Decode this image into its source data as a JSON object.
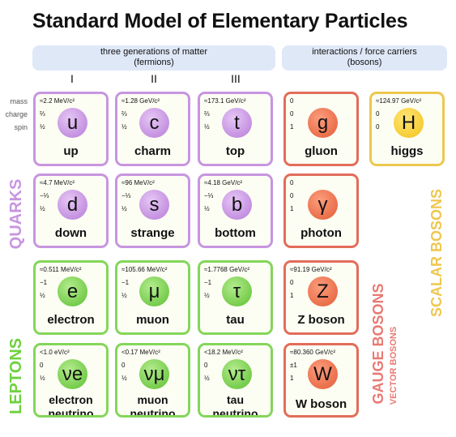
{
  "title": "Standard Model of Elementary Particles",
  "matter": {
    "line1": "three generations of matter",
    "line2": "(fermions)"
  },
  "forces": {
    "line1": "interactions / force carriers",
    "line2": "(bosons)"
  },
  "generations": [
    "I",
    "II",
    "III"
  ],
  "row_labels": {
    "mass": "mass",
    "charge": "charge",
    "spin": "spin"
  },
  "side_labels": {
    "quarks": "QUARKS",
    "leptons": "LEPTONS",
    "gauge": "GAUGE BOSONS",
    "vector": "VECTOR BOSONS",
    "scalar": "SCALAR BOSONS"
  },
  "particles": [
    {
      "symbol": "u",
      "name": "up",
      "mass": "≈2.2 MeV/c²",
      "charge": "⅔",
      "spin": "½",
      "kind": "quark"
    },
    {
      "symbol": "c",
      "name": "charm",
      "mass": "≈1.28 GeV/c²",
      "charge": "⅔",
      "spin": "½",
      "kind": "quark"
    },
    {
      "symbol": "t",
      "name": "top",
      "mass": "≈173.1 GeV/c²",
      "charge": "⅔",
      "spin": "½",
      "kind": "quark"
    },
    {
      "symbol": "g",
      "name": "gluon",
      "mass": "0",
      "charge": "0",
      "spin": "1",
      "kind": "gauge"
    },
    {
      "symbol": "H",
      "name": "higgs",
      "mass": "≈124.97 GeV/c²",
      "charge": "0",
      "spin": "0",
      "kind": "scalar"
    },
    {
      "symbol": "d",
      "name": "down",
      "mass": "≈4.7 MeV/c²",
      "charge": "−⅓",
      "spin": "½",
      "kind": "quark"
    },
    {
      "symbol": "s",
      "name": "strange",
      "mass": "≈96 MeV/c²",
      "charge": "−⅓",
      "spin": "½",
      "kind": "quark"
    },
    {
      "symbol": "b",
      "name": "bottom",
      "mass": "≈4.18 GeV/c²",
      "charge": "−⅓",
      "spin": "½",
      "kind": "quark"
    },
    {
      "symbol": "γ",
      "name": "photon",
      "mass": "0",
      "charge": "0",
      "spin": "1",
      "kind": "gauge"
    },
    {
      "symbol": "e",
      "name": "electron",
      "mass": "≈0.511 MeV/c²",
      "charge": "−1",
      "spin": "½",
      "kind": "lepton"
    },
    {
      "symbol": "μ",
      "name": "muon",
      "mass": "≈105.66 MeV/c²",
      "charge": "−1",
      "spin": "½",
      "kind": "lepton"
    },
    {
      "symbol": "τ",
      "name": "tau",
      "mass": "≈1.7768 GeV/c²",
      "charge": "−1",
      "spin": "½",
      "kind": "lepton"
    },
    {
      "symbol": "Z",
      "name": "Z boson",
      "mass": "≈91.19 GeV/c²",
      "charge": "0",
      "spin": "1",
      "kind": "gauge"
    },
    {
      "symbol": "νe",
      "name": "electron neutrino",
      "name1": "electron",
      "name2": "neutrino",
      "mass": "<1.0 eV/c²",
      "charge": "0",
      "spin": "½",
      "kind": "lepton"
    },
    {
      "symbol": "νμ",
      "name": "muon neutrino",
      "name1": "muon",
      "name2": "neutrino",
      "mass": "<0.17 MeV/c²",
      "charge": "0",
      "spin": "½",
      "kind": "lepton"
    },
    {
      "symbol": "ντ",
      "name": "tau neutrino",
      "name1": "tau",
      "name2": "neutrino",
      "mass": "<18.2 MeV/c²",
      "charge": "0",
      "spin": "½",
      "kind": "lepton"
    },
    {
      "symbol": "W",
      "name": "W boson",
      "mass": "≈80.360 GeV/c²",
      "charge": "±1",
      "spin": "1",
      "kind": "gauge"
    }
  ]
}
